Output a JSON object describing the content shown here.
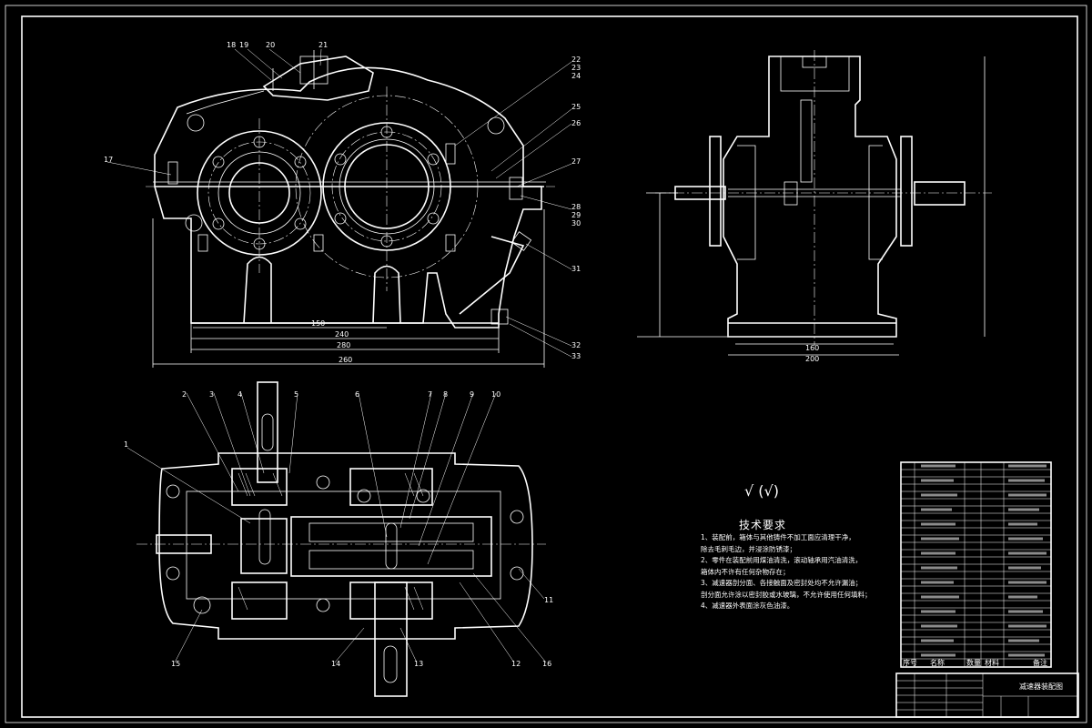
{
  "part_labels": {
    "p1": "1",
    "p2": "2",
    "p3": "3",
    "p4": "4",
    "p5": "5",
    "p6": "6",
    "p7": "7",
    "p8": "8",
    "p9": "9",
    "p10": "10",
    "p11": "11",
    "p12": "12",
    "p13": "13",
    "p14": "14",
    "p15": "15",
    "p16": "16",
    "p17": "17",
    "p18": "18",
    "p19": "19",
    "p20": "20",
    "p21": "21",
    "p22": "22",
    "p23": "23",
    "p24": "24",
    "p25": "25",
    "p26": "26",
    "p27": "27",
    "p28": "28",
    "p29": "29",
    "p30": "30",
    "p31": "31",
    "p32": "32",
    "p33": "33"
  },
  "dimensions": {
    "front_150": "150",
    "front_240": "240",
    "front_280": "280",
    "front_260": "260",
    "side_160": "160",
    "side_200": "200"
  },
  "surface_finish": "√ (√)",
  "tech_requirements": {
    "title": "技术要求",
    "lines": [
      "1、装配前，箱体与其他铸件不加工面应清理干净，",
      "除去毛刺毛边，并浸涂防锈漆；",
      "2、零件在装配前用煤油清洗，滚动轴承用汽油清洗，",
      "箱体内不许有任何杂物存在；",
      "3、减速器剖分面、各接触面及密封处均不允许漏油；",
      "剖分面允许涂以密封胶或水玻璃，不允许使用任何填料；",
      "4、减速器外表面涂灰色油漆。"
    ]
  },
  "title_block": {
    "drawing_name": "减速器装配图",
    "headers": [
      "序号",
      "名称",
      "数量",
      "材料",
      "备注"
    ]
  }
}
